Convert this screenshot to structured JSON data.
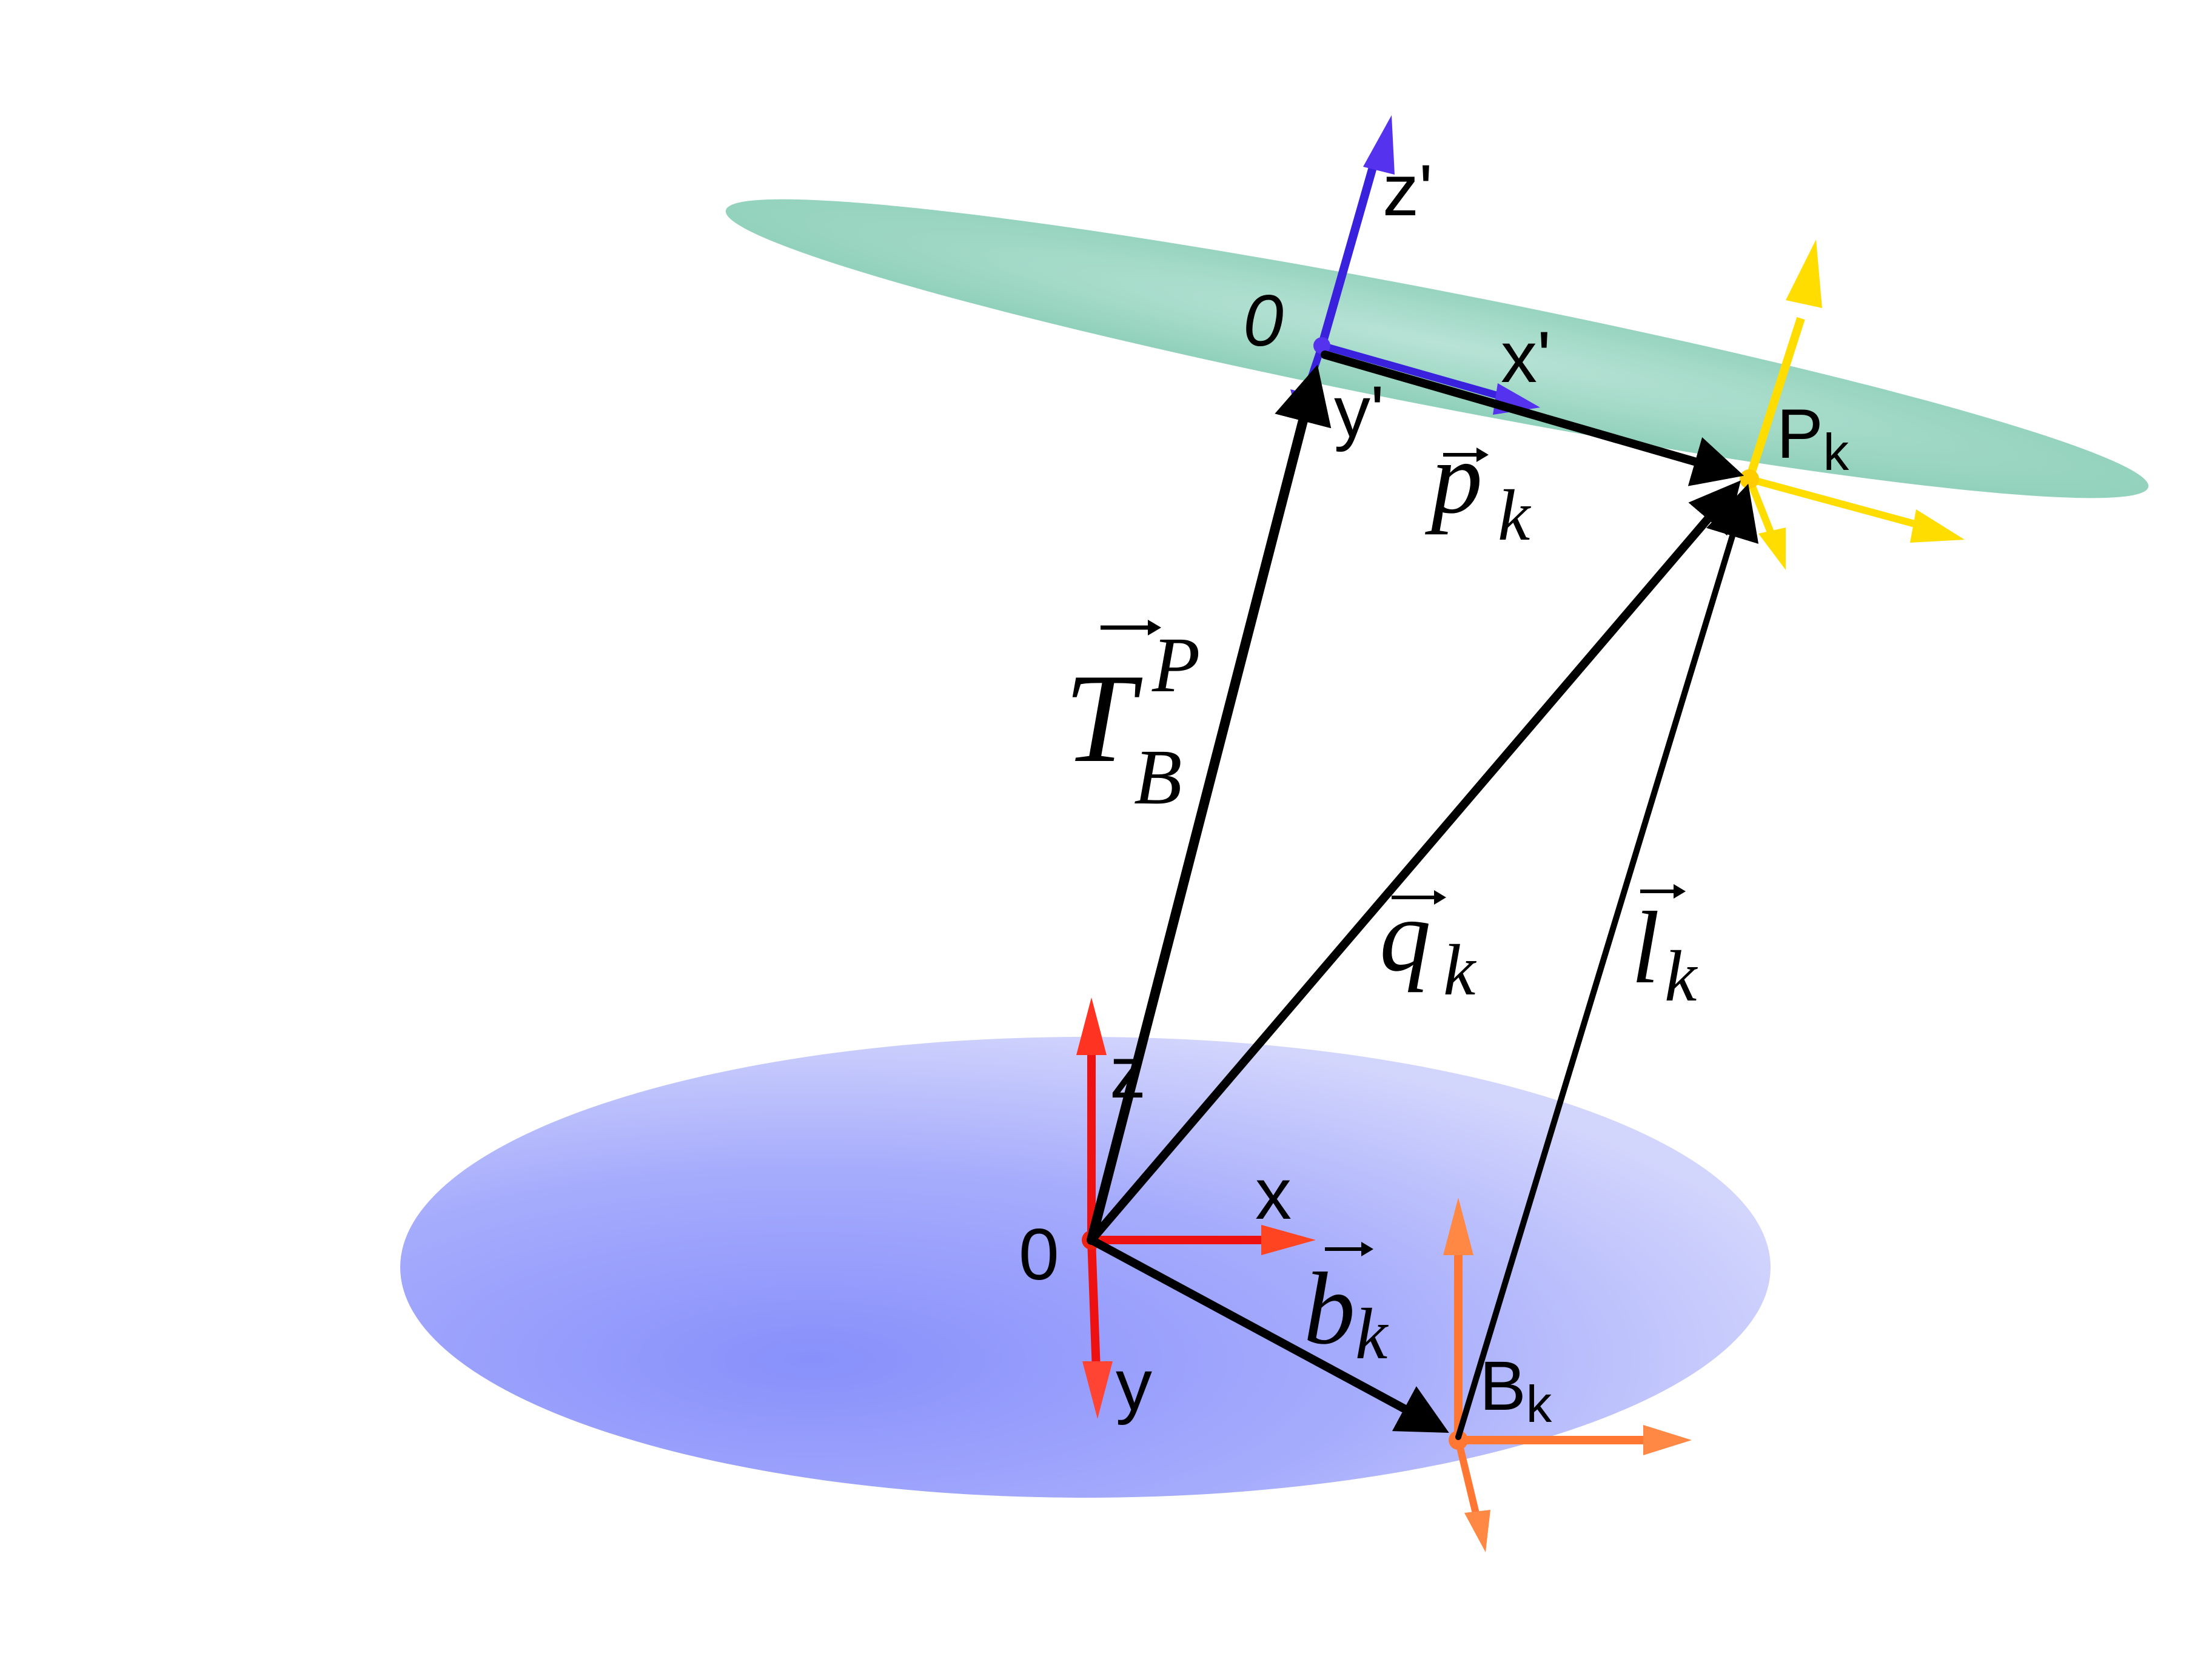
{
  "colors": {
    "platform_disk": "#8fd0bb",
    "base_disk": "#9aa2fb",
    "platform_frame": "#4422dd",
    "base_frame": "#ee1111",
    "point_P_frame": "#ffdd00",
    "point_B_frame": "#ff7733",
    "vectors": "#000000"
  },
  "platform_frame": {
    "origin": "0",
    "x_axis": "x'",
    "y_axis": "y'",
    "z_axis": "z'"
  },
  "base_frame": {
    "origin": "0",
    "x_axis": "x",
    "y_axis": "y",
    "z_axis": "z"
  },
  "points": {
    "platform_point": "P",
    "platform_point_sub": "k",
    "base_point": "B",
    "base_point_sub": "k"
  },
  "vectors": {
    "T": {
      "symbol": "T",
      "sup": "P",
      "sub": "B"
    },
    "p": {
      "symbol": "p",
      "sub": "k"
    },
    "q": {
      "symbol": "q",
      "sub": "k"
    },
    "l": {
      "symbol": "l",
      "sub": "k"
    },
    "b": {
      "symbol": "b",
      "sub": "k"
    }
  }
}
